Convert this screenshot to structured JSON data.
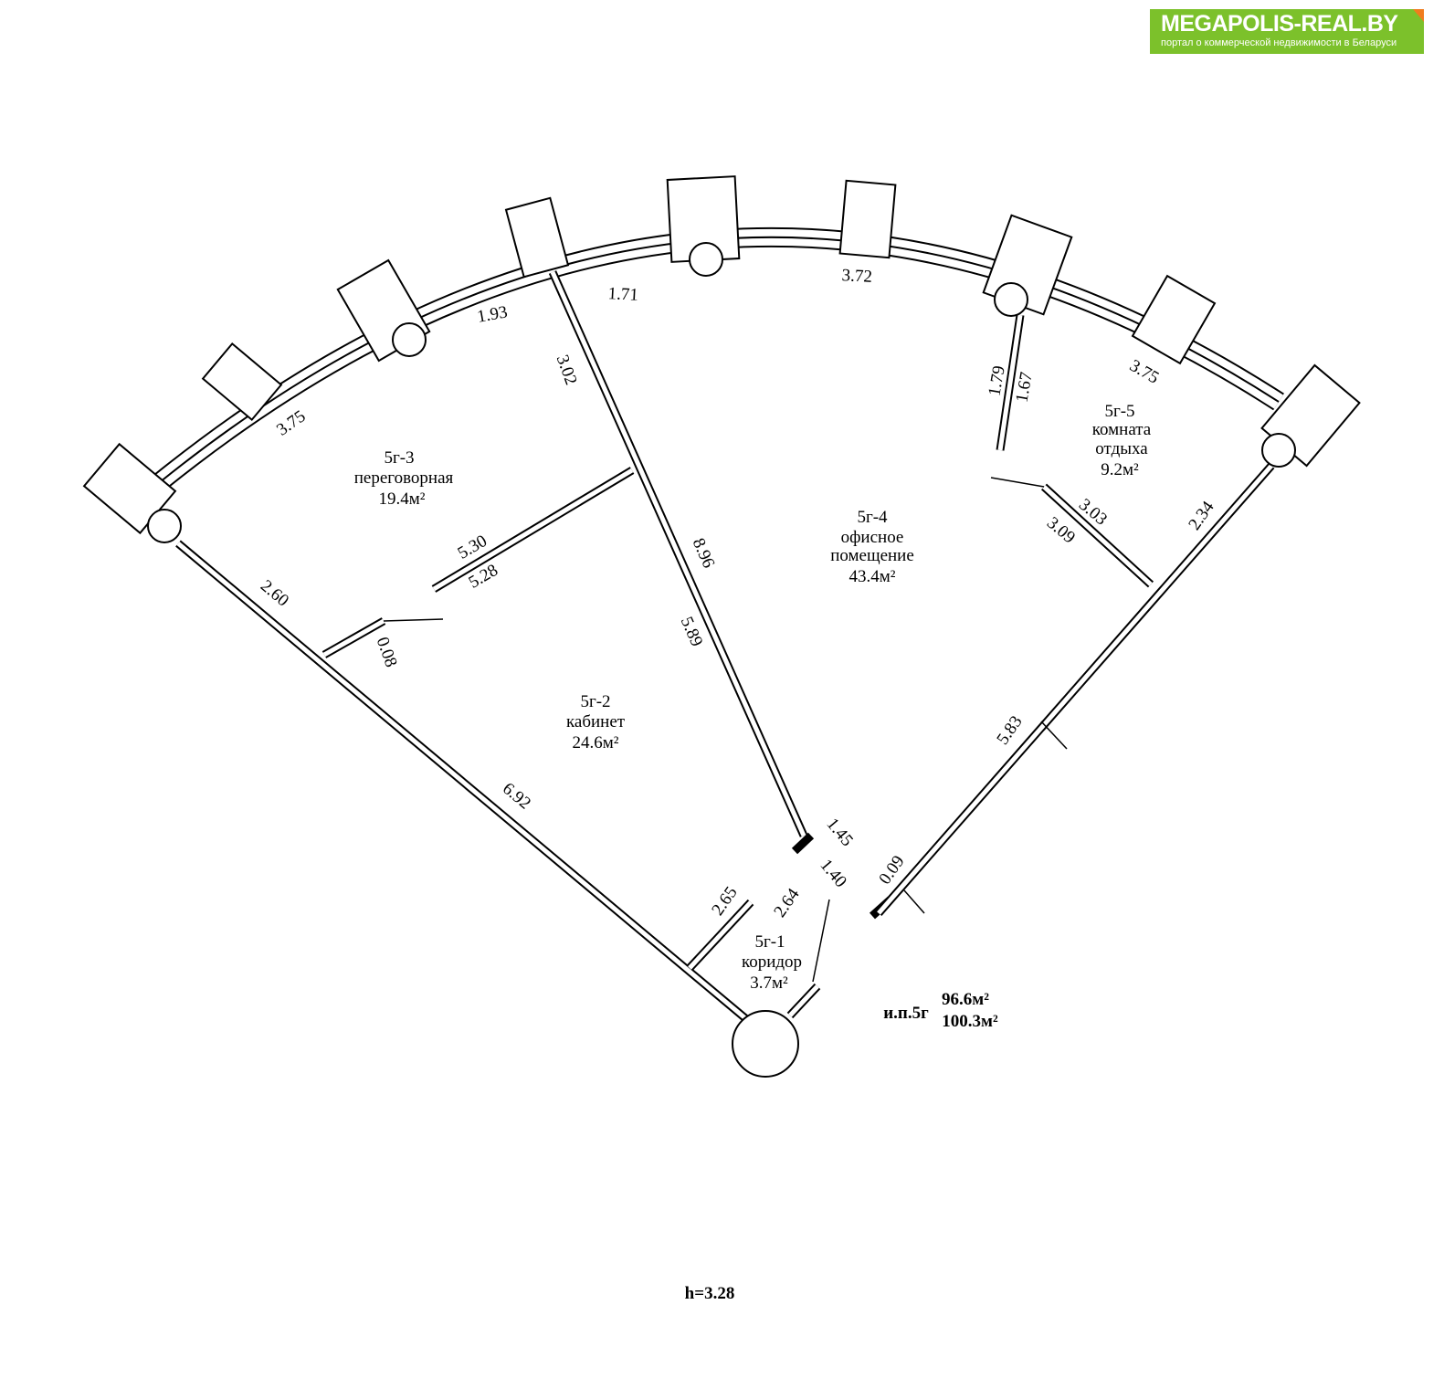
{
  "logo": {
    "title": "MEGAPOLIS-REAL.BY",
    "subtitle": "портал о коммерческой недвижимости в Беларуси",
    "color": "#7cc12b"
  },
  "rooms": [
    {
      "id": "5г-1",
      "name": "коридор",
      "area": "3.7м²"
    },
    {
      "id": "5г-2",
      "name": "кабинет",
      "area": "24.6м²"
    },
    {
      "id": "5г-3",
      "name": "переговорная",
      "area": "19.4м²"
    },
    {
      "id": "5г-4",
      "name": "офисное",
      "name2": "помещение",
      "area": "43.4м²"
    },
    {
      "id": "5г-5",
      "name": "комната",
      "name2": "отдыха",
      "area": "9.2м²"
    }
  ],
  "totals": {
    "label": "и.п.5г",
    "area_main": "96.6м²",
    "area_total": "100.3м²"
  },
  "height": "h=3.28",
  "dimensions": [
    "3.75",
    "1.93",
    "1.71",
    "3.72",
    "3.75",
    "3.02",
    "2.60",
    "5.30",
    "5.28",
    "0.08",
    "6.92",
    "8.96",
    "5.89",
    "1.45",
    "1.40",
    "2.65",
    "2.64",
    "0.09",
    "5.83",
    "2.34",
    "3.03",
    "3.09",
    "1.79",
    "1.67"
  ]
}
